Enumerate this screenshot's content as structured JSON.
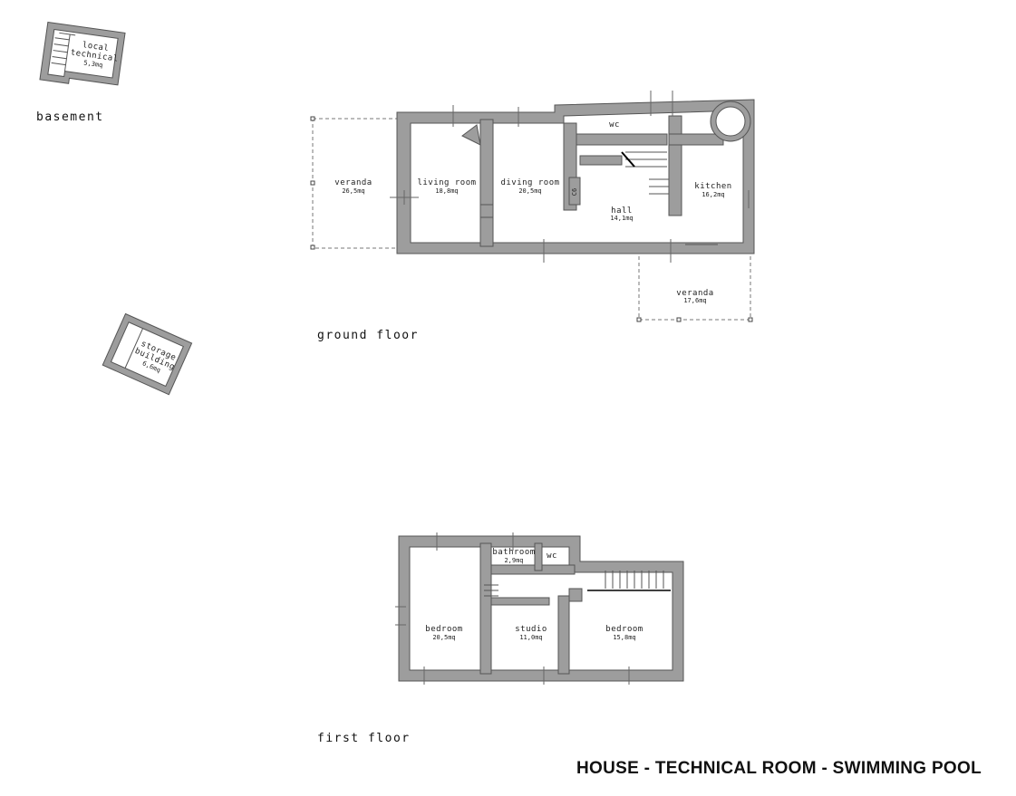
{
  "title": "HOUSE - TECHNICAL ROOM - SWIMMING POOL",
  "floors": {
    "basement": {
      "label": "basement",
      "rooms": {
        "local_technical": {
          "name_line1": "local",
          "name_line2": "technical",
          "area": "5,3mq"
        }
      }
    },
    "ground": {
      "label": "ground floor",
      "rooms": {
        "veranda_west": {
          "name": "veranda",
          "area": "26,5mq"
        },
        "living_room": {
          "name": "living room",
          "area": "18,8mq"
        },
        "diving_room": {
          "name": "diving room",
          "area": "20,5mq"
        },
        "wc": {
          "name": "wc"
        },
        "hall": {
          "name": "hall",
          "area": "14,1mq"
        },
        "kitchen": {
          "name": "kitchen",
          "area": "16,2mq"
        },
        "veranda_south": {
          "name": "veranda",
          "area": "17,6mq"
        },
        "small_label": "C6"
      }
    },
    "storage": {
      "rooms": {
        "storage_building": {
          "name_line1": "storage",
          "name_line2": "building",
          "area": "6,6mq"
        }
      }
    },
    "first": {
      "label": "first floor",
      "rooms": {
        "bedroom_west": {
          "name": "bedroom",
          "area": "20,5mq"
        },
        "bathroom": {
          "name": "bathroom",
          "area": "2,9mq"
        },
        "wc": {
          "name": "wc"
        },
        "studio": {
          "name": "studio",
          "area": "11,0mq"
        },
        "bedroom_east": {
          "name": "bedroom",
          "area": "15,8mq"
        }
      }
    }
  }
}
